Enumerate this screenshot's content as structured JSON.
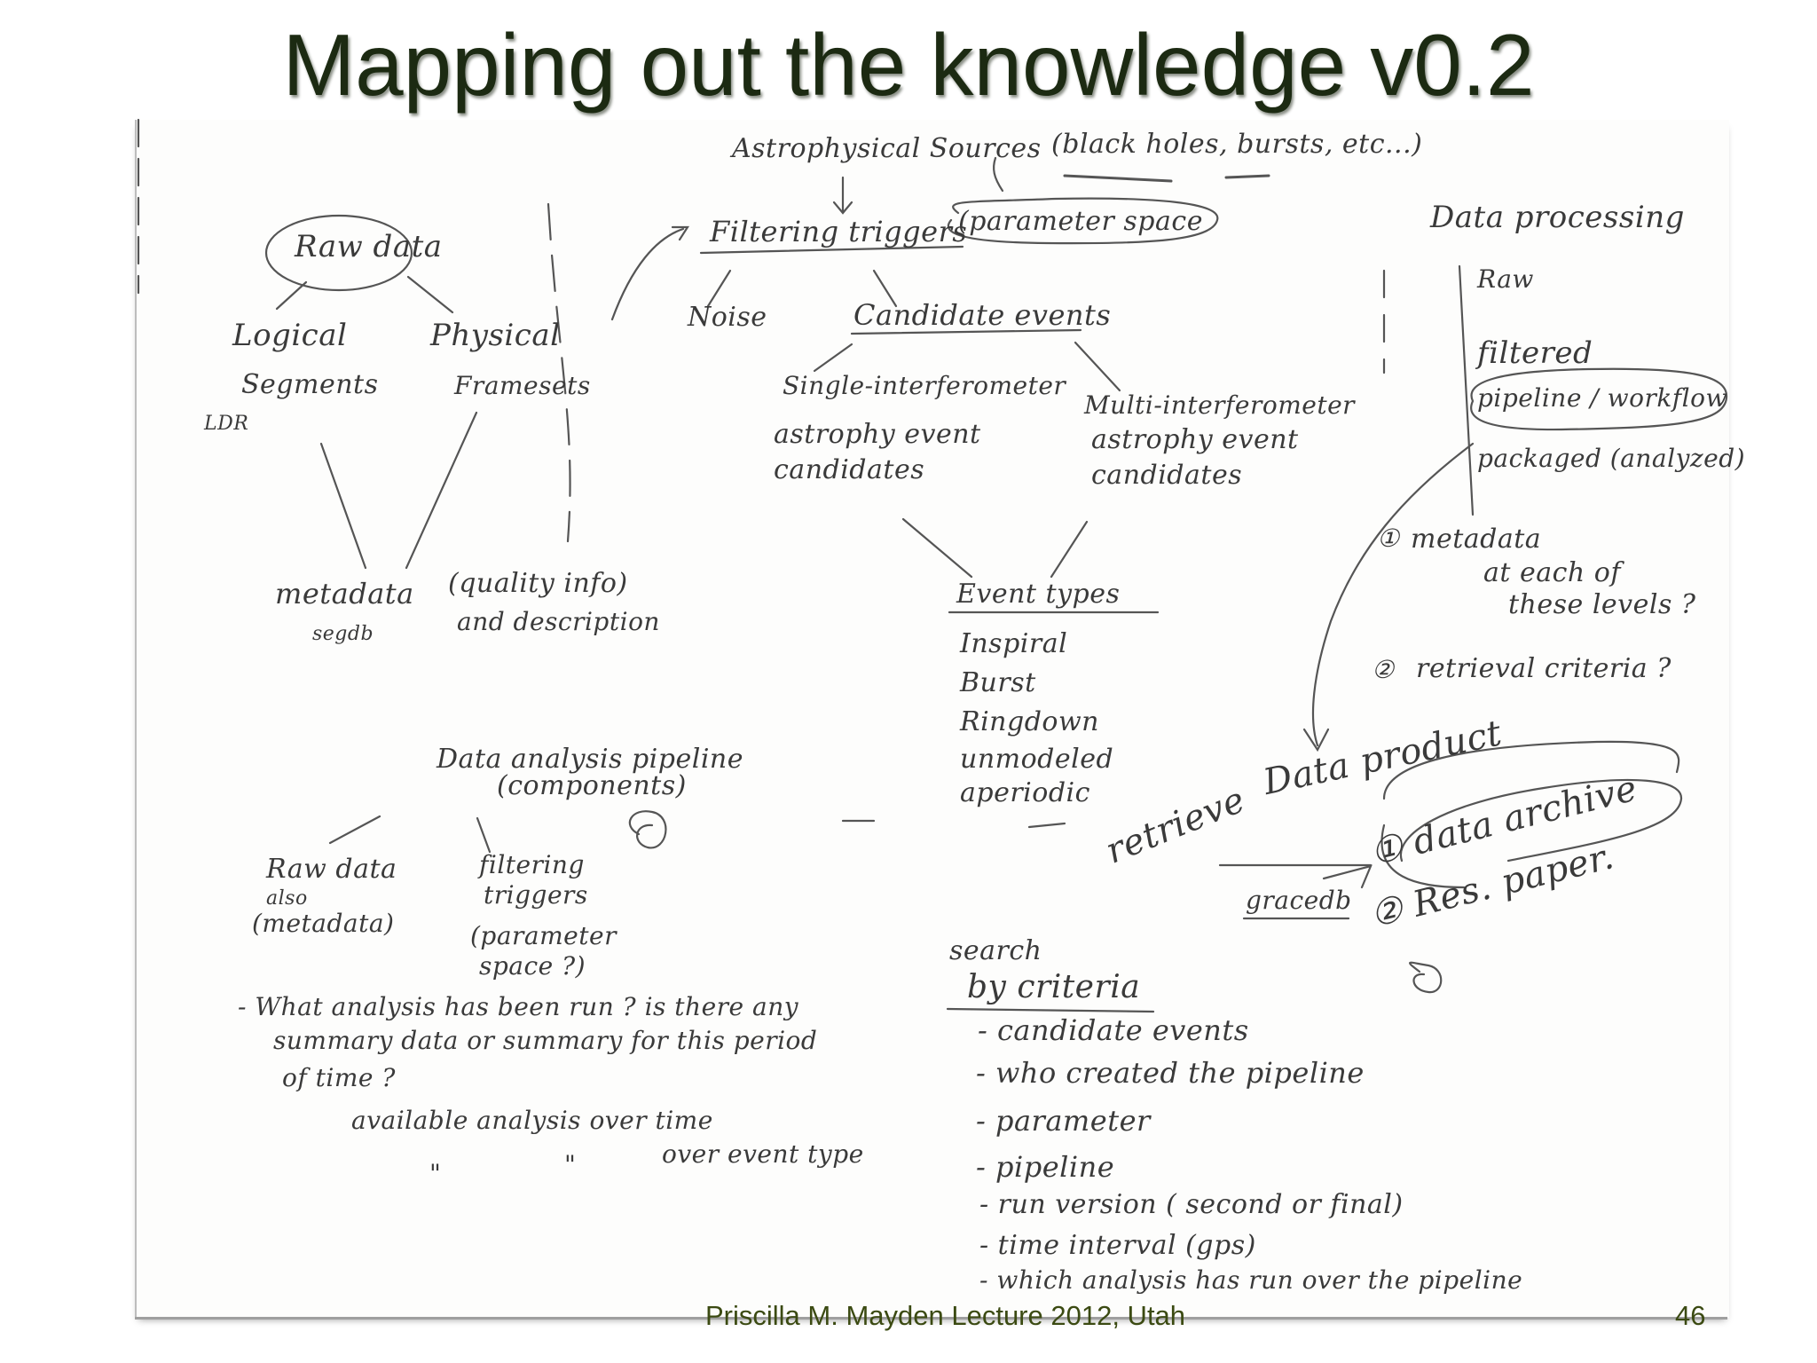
{
  "title": "Mapping out the knowledge v0.2",
  "footer": {
    "text": "Priscilla M. Mayden Lecture 2012, Utah",
    "page_number": "46"
  },
  "sketch": {
    "astro_sources": "Astrophysical Sources",
    "astro_examples": "(black holes, bursts, etc...)",
    "filtering_triggers": "Filtering triggers",
    "parameter_space": "(parameter space",
    "raw_data": "Raw data",
    "logical": "Logical",
    "segments": "Segments",
    "ldr": "LDR",
    "physical": "Physical",
    "framesets": "Framesets",
    "metadata": "metadata",
    "segdb": "segdb",
    "quality_info": "(quality info)",
    "and_description": "and description",
    "noise": "Noise",
    "candidate_events": "Candidate events",
    "single_interferometer": "Single-interferometer",
    "single_astrophy": "astrophy event",
    "single_candidates": "candidates",
    "multi_interferometer": "Multi-interferometer",
    "multi_astrophy": "astrophy event",
    "multi_candidates": "candidates",
    "event_types": "Event types",
    "event_type_items": [
      "Inspiral",
      "Burst",
      "Ringdown",
      "unmodeled",
      "aperiodic"
    ],
    "data_processing": "Data processing",
    "processing_levels": [
      "Raw",
      "filtered",
      "pipeline / workflow",
      "packaged (analyzed)"
    ],
    "meta_q1": "metadata",
    "meta_q2": "at each of",
    "meta_q3": "these levels ?",
    "retrieval_criteria": "retrieval criteria ?",
    "circled_1": "①",
    "circled_2": "②",
    "pipeline_title": "Data analysis pipeline",
    "pipeline_components": "(components)",
    "raw_data_2": "Raw data",
    "also": "also",
    "metadata_2": "(metadata)",
    "filtering_2": "filtering",
    "triggers_2": "triggers",
    "param_2": "(parameter",
    "space_2": "space ?)",
    "q_line1": "- What analysis has been run ? is there any",
    "q_line2": "summary data or summary for this period",
    "q_line3": "of time ?",
    "q_line4": "available analysis over time",
    "q_line5": "over event type",
    "ditto": "\"",
    "retrieve": "retrieve",
    "data_product": "Data product",
    "data_archive": "① data archive",
    "res_paper": "② Res. paper.",
    "gracedb": "gracedb",
    "search": "search",
    "by_criteria": "by criteria",
    "criteria_items": [
      "- candidate events",
      "- who created the pipeline",
      "- parameter",
      "- pipeline",
      "- run version ( second or final)",
      "- time interval (gps)",
      "- which analysis has run over the pipeline"
    ]
  }
}
